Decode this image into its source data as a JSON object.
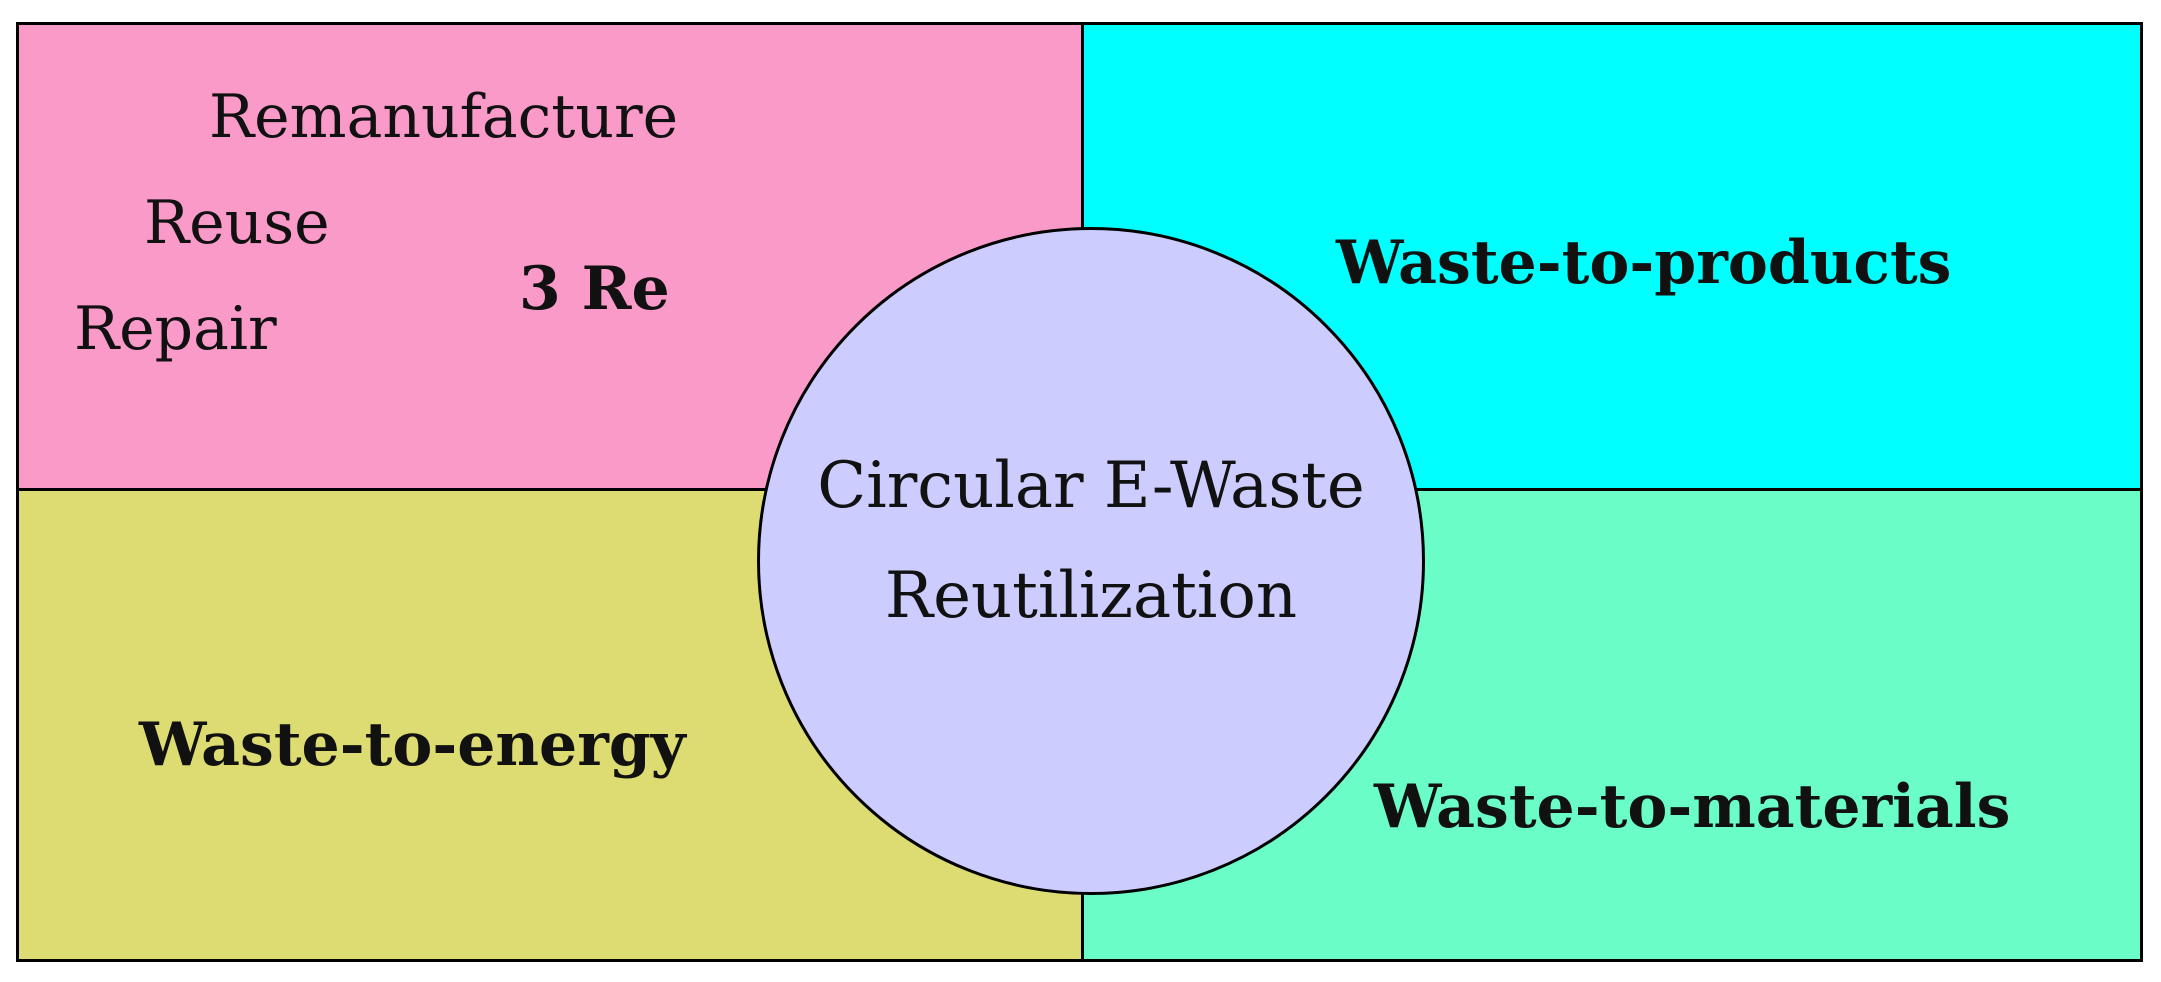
{
  "colors": {
    "top_left": "#fa9ac9",
    "top_right": "#00ffff",
    "bottom_left": "#dcdc72",
    "bottom_right": "#6bfdc8",
    "circle": "#ccccff",
    "border": "#000000"
  },
  "top_left": {
    "items": [
      "Remanufacture",
      "Reuse",
      "Repair"
    ],
    "heading": "3 Re"
  },
  "top_right": {
    "label": "Waste-to-products"
  },
  "bottom_left": {
    "label": "Waste-to-energy"
  },
  "bottom_right": {
    "label": "Waste-to-materials"
  },
  "center": {
    "line1": "Circular E-Waste",
    "line2": "Reutilization"
  }
}
